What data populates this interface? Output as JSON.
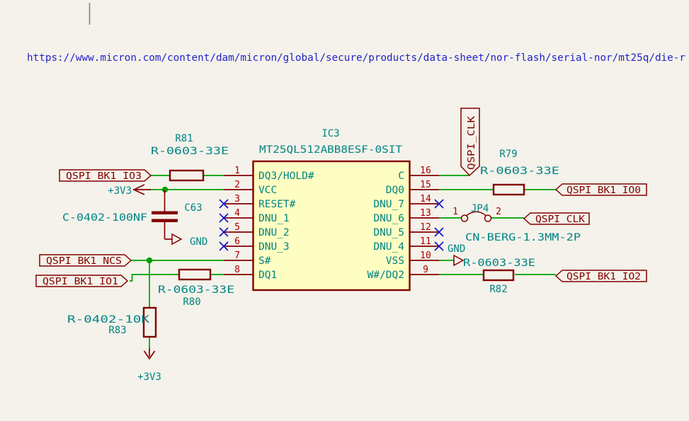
{
  "url_bar": {
    "text": "https://www.micron.com/content/dam/micron/global/secure/products/data-sheet/nor-flash/serial-nor/mt25q/die-r"
  },
  "ic": {
    "reference": "IC3",
    "value": "MT25QL512ABB8ESF-0SIT",
    "left_pins": [
      {
        "num": "1",
        "name": "DQ3/HOLD#"
      },
      {
        "num": "2",
        "name": "VCC"
      },
      {
        "num": "3",
        "name": "RESET#"
      },
      {
        "num": "4",
        "name": "DNU_1"
      },
      {
        "num": "5",
        "name": "DNU_2"
      },
      {
        "num": "6",
        "name": "DNU_3"
      },
      {
        "num": "7",
        "name": "S#"
      },
      {
        "num": "8",
        "name": "DQ1"
      }
    ],
    "right_pins": [
      {
        "num": "16",
        "name": "C"
      },
      {
        "num": "15",
        "name": "DQ0"
      },
      {
        "num": "14",
        "name": "DNU_7"
      },
      {
        "num": "13",
        "name": "DNU_6"
      },
      {
        "num": "12",
        "name": "DNU_5"
      },
      {
        "num": "11",
        "name": "DNU_4"
      },
      {
        "num": "10",
        "name": "VSS"
      },
      {
        "num": "9",
        "name": "W#/DQ2"
      }
    ]
  },
  "components": {
    "r81": {
      "ref": "R81",
      "value": "R-0603-33E"
    },
    "r79": {
      "ref": "R79",
      "value": "R-0603-33E"
    },
    "r80": {
      "ref": "R80",
      "value": "R-0603-33E"
    },
    "r82": {
      "ref": "R82",
      "value": "R-0603-33E"
    },
    "r83": {
      "ref": "R83",
      "value": "R-0402-10K"
    },
    "c63": {
      "ref": "C63",
      "value": "C-0402-100NF"
    },
    "jp4": {
      "ref": "JP4",
      "value": "CN-BERG-1.3MM-2P",
      "pin1": "1",
      "pin2": "2"
    }
  },
  "net_labels": {
    "io3": "QSPI_BK1_IO3",
    "ncs": "QSPI_BK1_NCS",
    "io1": "QSPI_BK1_IO1",
    "io0": "QSPI_BK1_IO0",
    "clk": "QSPI_CLK",
    "clk_vertical": "QSPI_CLK",
    "io2": "QSPI_BK1_IO2"
  },
  "power": {
    "p3v3_pin2": "+3V3",
    "p3v3_r83": "+3V3",
    "gnd_c63": "GND",
    "gnd_pin10": "GND"
  },
  "colors": {
    "background": "#f4f2ea",
    "symbol_outline": "#840000",
    "symbol_fill": "#fffec2",
    "wire_green": "#00a000",
    "text_teal": "#008484",
    "pin_number_red": "#aa0000",
    "noconnect_blue": "#1414c8",
    "url_blue": "#2222cc"
  }
}
